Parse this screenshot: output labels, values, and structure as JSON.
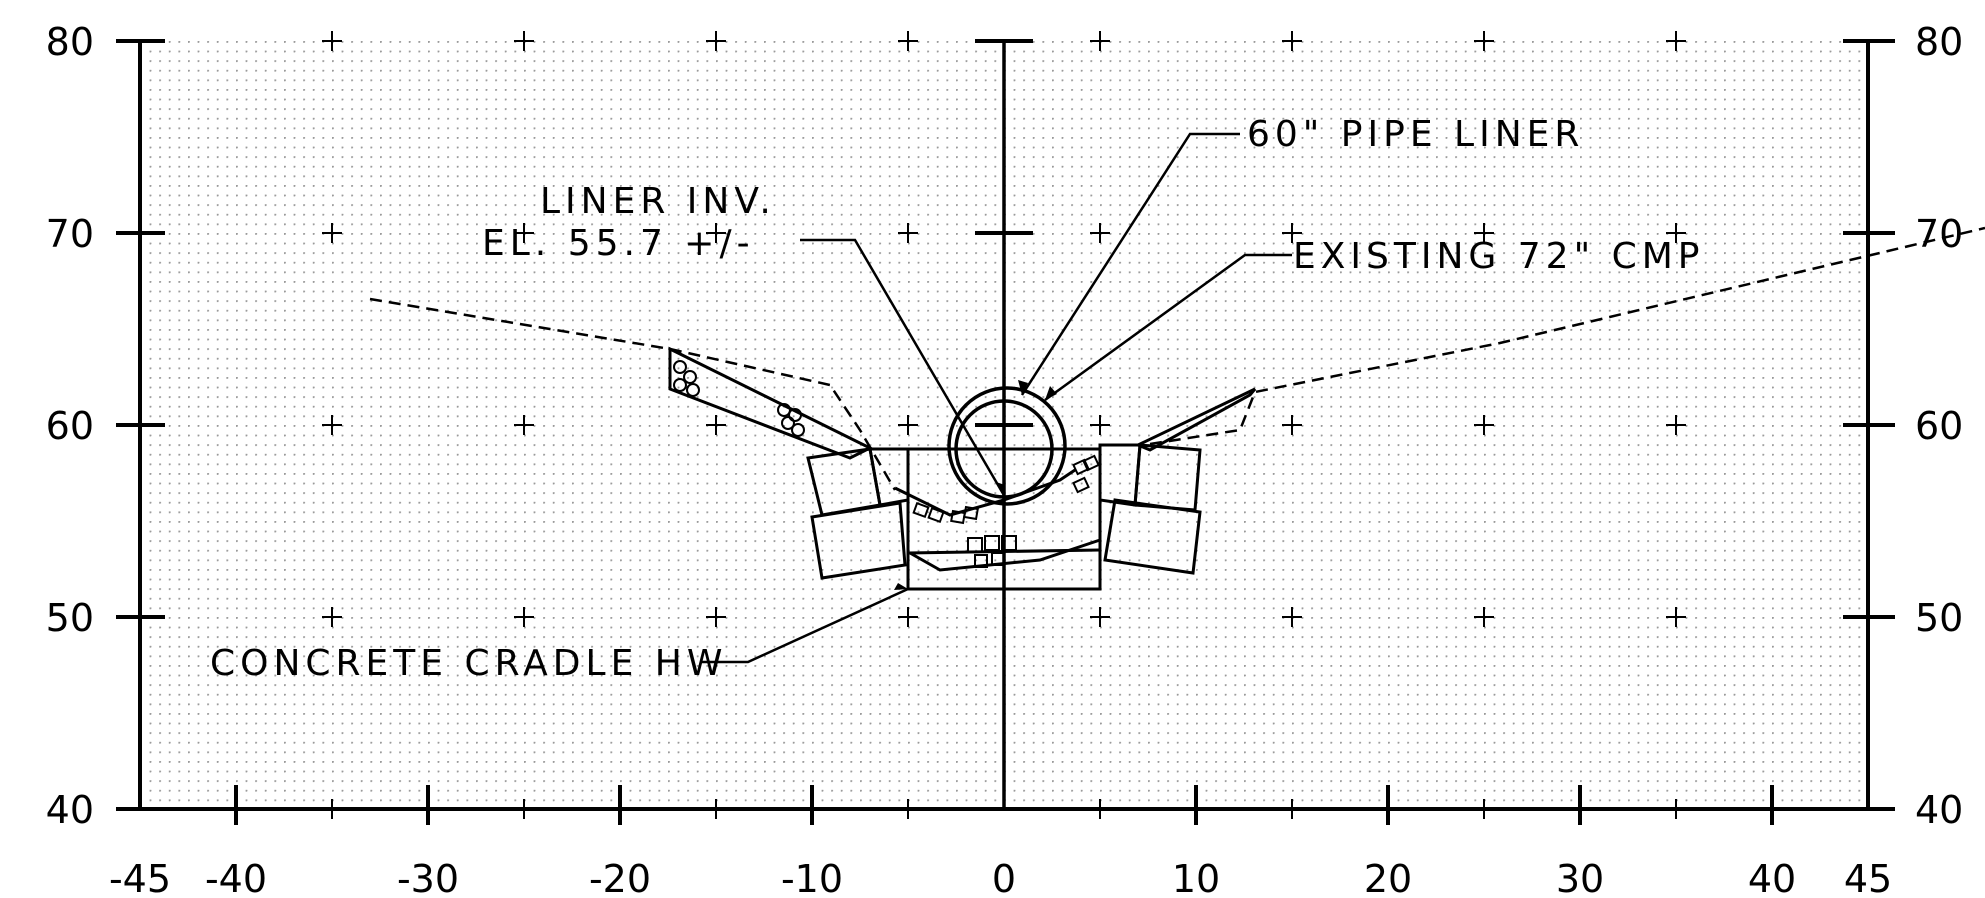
{
  "axes": {
    "x_ticks": [
      "-45",
      "-40",
      "-30",
      "-20",
      "-10",
      "0",
      "10",
      "20",
      "30",
      "40",
      "45"
    ],
    "y_ticks_left": [
      "80",
      "70",
      "60",
      "50",
      "40"
    ],
    "y_ticks_right": [
      "80",
      "70",
      "60",
      "50",
      "40"
    ]
  },
  "callouts": {
    "liner_inv_line1": "LINER INV.",
    "liner_inv_line2": "EL. 55.7 +/-",
    "pipe_liner": "60\" PIPE LINER",
    "existing_cmp": "EXISTING 72\" CMP",
    "concrete_cradle": "CONCRETE CRADLE HW"
  },
  "colors": {
    "ink": "#000000",
    "background": "#ffffff",
    "grid_dot": "#9a9a9a"
  }
}
